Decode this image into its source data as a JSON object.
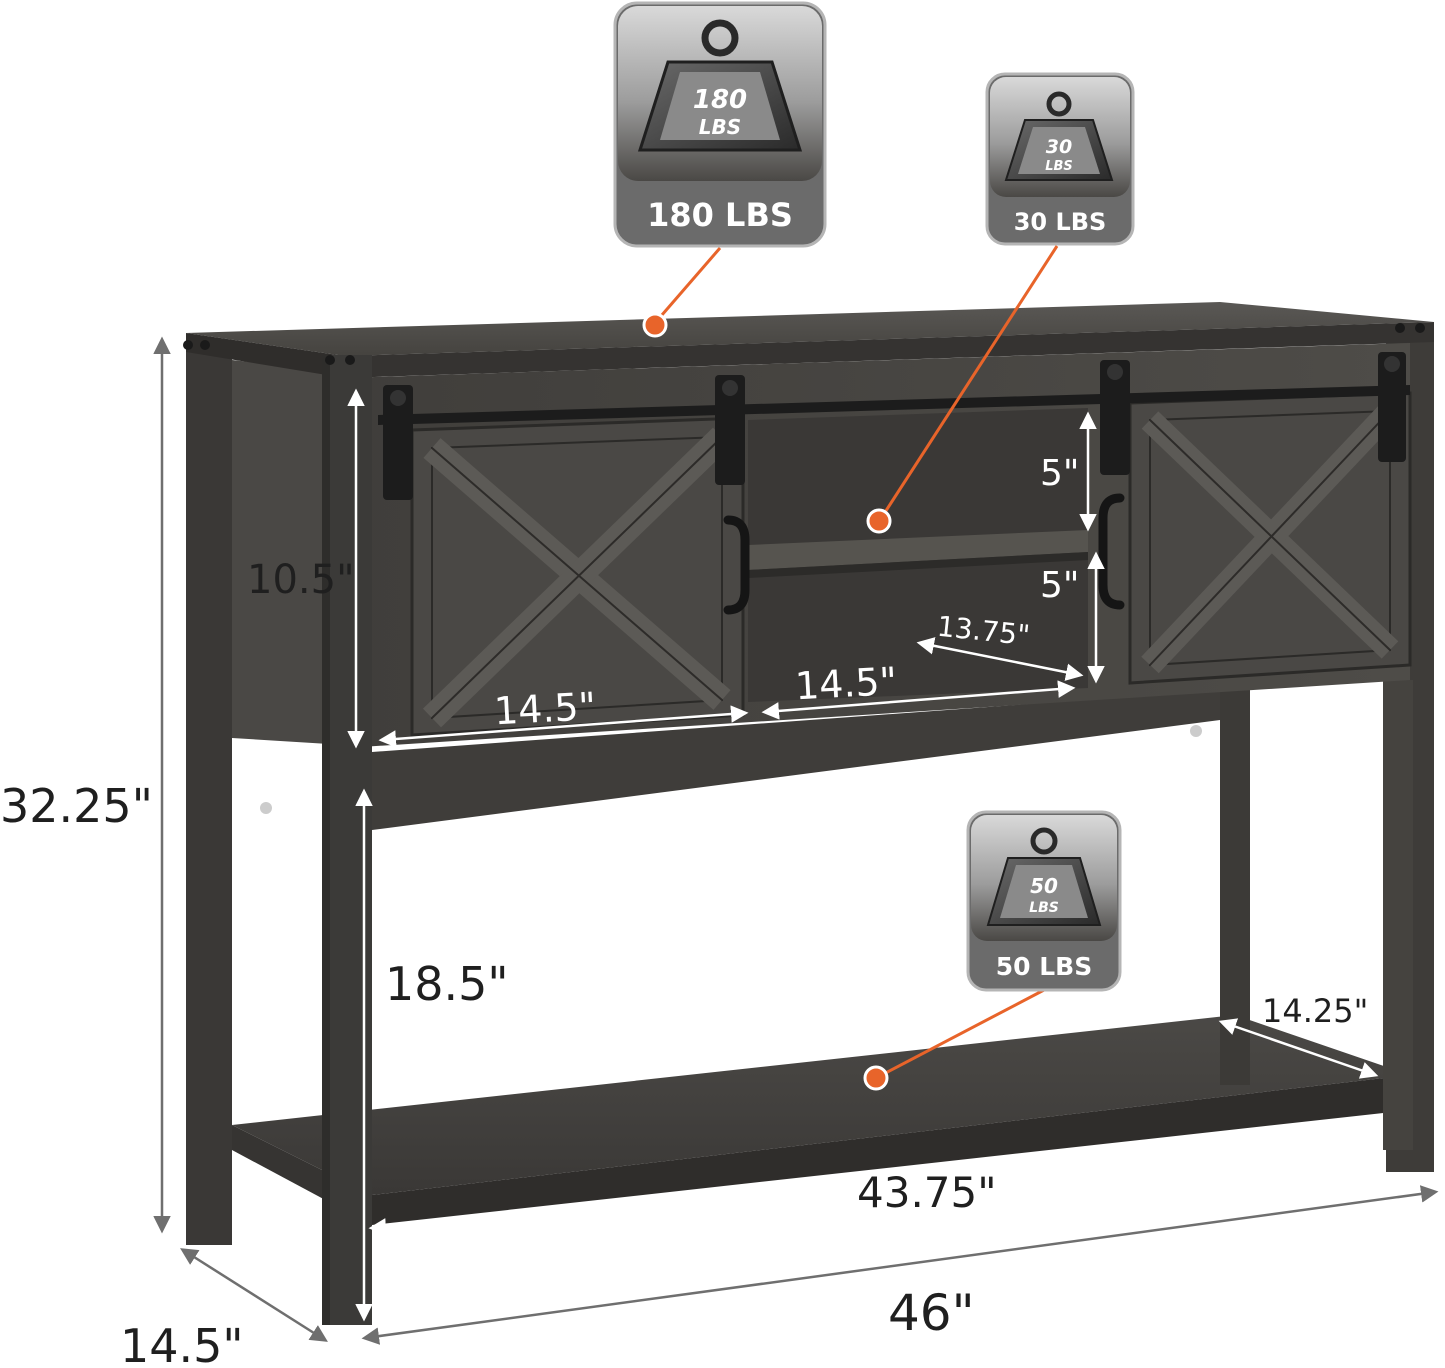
{
  "colors": {
    "wood_dark": "#3b3a38",
    "wood_mid": "#4d4b48",
    "wood_light": "#5c5a56",
    "badge_bg": "#6b6b6b",
    "accent_dot": "#e8642a",
    "dimension_line": "#6f6f6f"
  },
  "weights": {
    "top": {
      "icon_text_top": "180",
      "icon_text_bottom": "LBS",
      "label": "180 LBS"
    },
    "middle_shelf": {
      "icon_text_top": "30",
      "icon_text_bottom": "LBS",
      "label": "30 LBS"
    },
    "bottom_shelf": {
      "icon_text_top": "50",
      "icon_text_bottom": "LBS",
      "label": "50 LBS"
    }
  },
  "dimensions": {
    "total_height": "32.25\"",
    "cabinet_height": "10.5\"",
    "leg_clearance": "18.5\"",
    "shelf_upper": "5\"",
    "shelf_lower": "5\"",
    "door_width": "14.5\"",
    "open_width": "14.5\"",
    "open_depth": "13.75\"",
    "shelf_depth": "14.25\"",
    "inner_width": "43.75\"",
    "total_width": "46\"",
    "total_depth": "14.5\""
  },
  "icons": [
    "weight-icon",
    "barn-door-icon",
    "handle-icon"
  ]
}
